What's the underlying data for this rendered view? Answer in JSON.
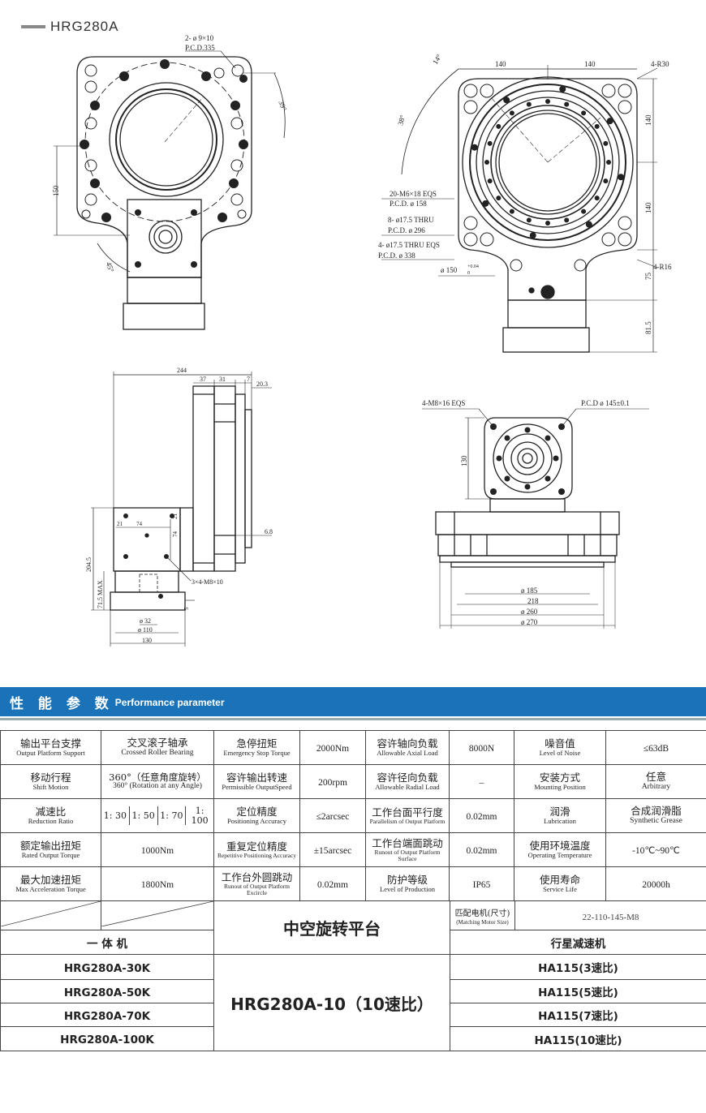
{
  "model_title": "HRG280A",
  "drawing_labels": {
    "top_left_holes": "2- ø 9×10",
    "top_left_pcd": "P.C.D.335",
    "top_left_angle": "39°",
    "top_left_dim_150": "150",
    "top_left_angle_45": "45°",
    "tr_140a": "140",
    "tr_140b": "140",
    "tr_r30": "4-R30",
    "tr_140c": "140",
    "tr_140d": "140",
    "tr_14": "14°",
    "tr_38": "38°",
    "tr_m6": "20-M6×18 EQS",
    "tr_pcd158": "P.C.D.   ø 158",
    "tr_thru175": "8- ø17.5 THRU",
    "tr_pcd296": "P.C.D.   ø 296",
    "tr_thru175eqs": "4- ø17.5 THRU EQS",
    "tr_pcd338": "P.C.D.   ø 338",
    "tr_150": "ø 150",
    "tr_tol": "+0.04",
    "tr_tol0": "0",
    "tr_r16": "4-R16",
    "tr_75": "75",
    "tr_815": "81.5",
    "bl_244": "244",
    "bl_37": "37",
    "bl_31": "31",
    "bl_7": "7",
    "bl_203": "20.3",
    "bl_21a": "21",
    "bl_74a": "74",
    "bl_21b": "21",
    "bl_74b": "74",
    "bl_68": "6.8",
    "bl_2045": "204.5",
    "bl_715": "71.5 MAX",
    "bl_m8": "3×4-M8×10",
    "bl_32": "ø 32",
    "bl_110": "ø 110",
    "bl_130": "130",
    "bl_5": "5",
    "br_m8": "4-M8×16 EQS",
    "br_pcd": "P.C.D  ø 145±0.1",
    "br_130": "130",
    "br_185": "ø 185",
    "br_218": "218",
    "br_260": "ø 260",
    "br_270": "ø 270"
  },
  "perf": {
    "cn": "性 能 参 数",
    "en": "Performance parameter"
  },
  "spec": {
    "r1": {
      "a_cn": "输出平台支撑",
      "a_en": "Output Platform Support",
      "a_v": "交叉滚子轴承",
      "a_v_en": "Crossed Roller Bearing",
      "b_cn": "急停扭矩",
      "b_en": "Emergency Stop  Torque",
      "b_v": "2000Nm",
      "c_cn": "容许轴向负载",
      "c_en": "Allowable Axial Load",
      "c_v": "8000N",
      "d_cn": "噪音值",
      "d_en": "Level of Noise",
      "d_v": "≤63dB"
    },
    "r2": {
      "a_cn": "移动行程",
      "a_en": "Shift Motion",
      "a_v": "360°（任意角度旋转）",
      "a_v_en": "360°  (Rotation at any Angle)",
      "b_cn": "容许输出转速",
      "b_en": "Permissible OutputSpeed",
      "b_v": "200rpm",
      "c_cn": "容许径向负载",
      "c_en": "Allowable Radial Load",
      "c_v": "–",
      "d_cn": "安装方式",
      "d_en": "Mounting Position",
      "d_v": "任意",
      "d_v_en": "Arbitrary"
    },
    "r3": {
      "a_cn": "减速比",
      "a_en": "Reduction Ratio",
      "ratios": [
        "1: 30",
        "1: 50",
        "1: 70",
        "1: 100"
      ],
      "b_cn": "定位精度",
      "b_en": "Positioning Accuracy",
      "b_v": "≤2arcsec",
      "c_cn": "工作台面平行度",
      "c_en": "Parallelism of Output Platform",
      "c_v": "0.02mm",
      "d_cn": "润滑",
      "d_en": "Lubrication",
      "d_v": "合成润滑脂",
      "d_v_en": "Synthetic Grease"
    },
    "r4": {
      "a_cn": "额定输出扭矩",
      "a_en": "Rated Output Torque",
      "a_v": "1000Nm",
      "b_cn": "重复定位精度",
      "b_en": "Repetitive Positioning Accuracy",
      "b_v": "±15arcsec",
      "c_cn": "工作台端面跳动",
      "c_en": "Runout of Output Platform Surface",
      "c_v": "0.02mm",
      "d_cn": "使用环境温度",
      "d_en": "Operating  Temperature",
      "d_v": "-10℃~90℃"
    },
    "r5": {
      "a_cn": "最大加速扭矩",
      "a_en": "Max Acceleration Torque",
      "a_v": "1800Nm",
      "b_cn": "工作台外圆跳动",
      "b_en": "Runout of Output Platform Excircle",
      "b_v": "0.02mm",
      "c_cn": "防护等级",
      "c_en": "Level of Production",
      "c_v": "IP65",
      "d_cn": "使用寿命",
      "d_en": "Service Life",
      "d_v": "20000h"
    }
  },
  "prod": {
    "center_title": "中空旋转平台",
    "motor_cn": "匹配电机(尺寸)",
    "motor_en": "(Matching Motor Size)",
    "motor_v": "22-110-145-M8",
    "left_head": "一 体 机",
    "right_head": "行星减速机",
    "left": [
      "HRG280A-30K",
      "HRG280A-50K",
      "HRG280A-70K",
      "HRG280A-100K"
    ],
    "center": "HRG280A-10（10速比）",
    "right": [
      "HA115(3速比)",
      "HA115(5速比)",
      "HA115(7速比)",
      "HA115(10速比)"
    ]
  }
}
